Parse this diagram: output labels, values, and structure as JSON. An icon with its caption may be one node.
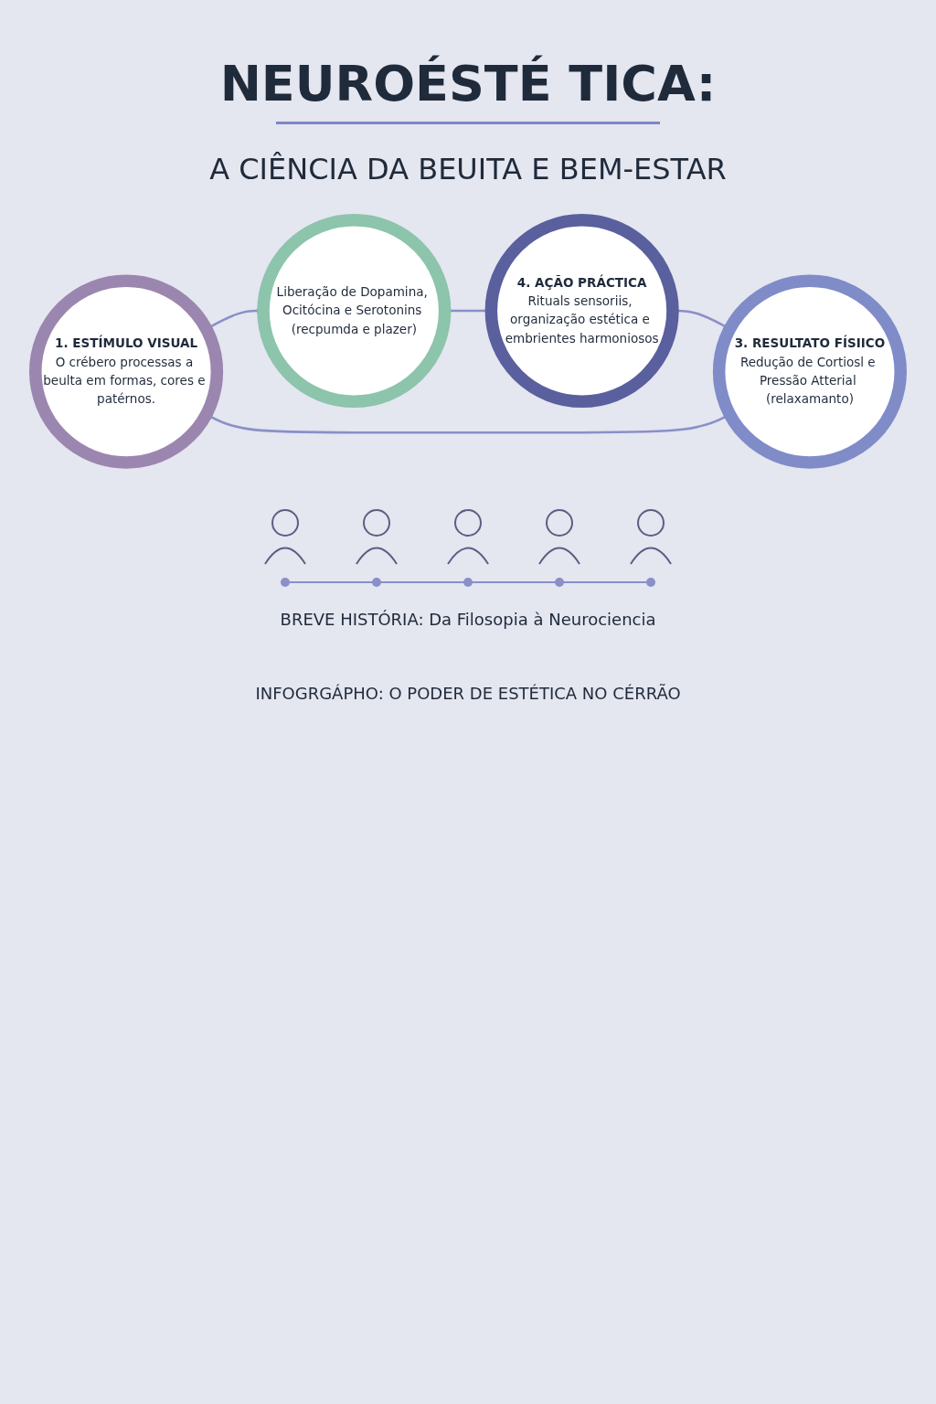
{
  "diagram": {
    "title": "NEUROÉSTÉ TICA:",
    "caption": "INFOGRGÁPHO: O PODER DE ESTÉTICA NO CÉRRÃO",
    "nodes": [
      {
        "text": [
          "1. ESTÍMULO VISUAL",
          "O crébero processas a beulta em formas, cores e patérnos."
        ]
      },
      {
        "text": [
          "Liberação de Dopamina, Ocitócina e Serotonins (recpumda e plazer)"
        ]
      },
      {
        "text": [
          "3. RESULTATO FÍSIICO",
          "Redução de Cortiosl e Pressão Atterial (relaxamanto)"
        ]
      },
      {
        "text": [
          "4. AÇÃO PRÁCTICA",
          "Rituals sensoriis, organização estética e embrientes harmoniosos"
        ]
      }
    ],
    "edges": [
      {
        "from": 0,
        "to": 1,
        "arrow": "to"
      },
      {
        "from": 1,
        "to": 3,
        "arrow": "to"
      },
      {
        "from": 3,
        "to": 2,
        "arrow": "to"
      },
      {
        "from": 2,
        "to": 0,
        "arrow": "to"
      }
    ],
    "labels": [
      "A CIÊNCIA DA BEUITA E BEM-ESTAR",
      "BREVE HISTÓRIA: Da Filosopia à Neurociencia"
    ]
  }
}
